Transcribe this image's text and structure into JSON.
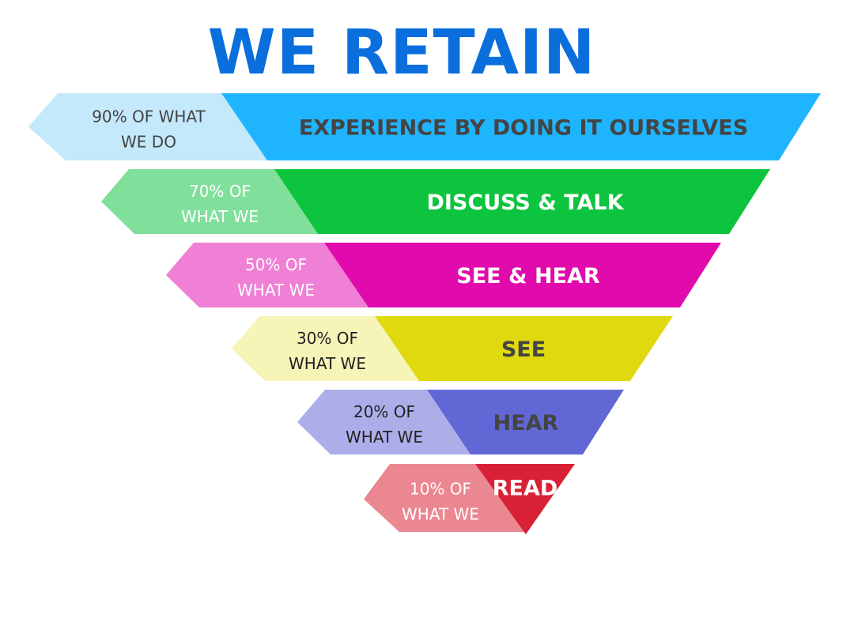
{
  "title": "WE RETAIN",
  "levels": [
    {
      "percent_line1": "90% OF WHAT",
      "percent_line2": "WE DO",
      "activity": "EXPERIENCE BY DOING IT OURSELVES",
      "light_color": "#c4e9fb",
      "dark_color": "#1fb5fe",
      "percent_text_color": "#444444",
      "activity_text_color": "#444444"
    },
    {
      "percent_line1": "70% OF",
      "percent_line2": "WHAT WE",
      "activity": "DISCUSS & TALK",
      "light_color": "#80df9a",
      "dark_color": "#0cc43e",
      "percent_text_color": "#ffffff",
      "activity_text_color": "#ffffff"
    },
    {
      "percent_line1": "50% OF",
      "percent_line2": "WHAT WE",
      "activity": "SEE & HEAR",
      "light_color": "#f07fd6",
      "dark_color": "#e00aad",
      "percent_text_color": "#ffffff",
      "activity_text_color": "#ffffff"
    },
    {
      "percent_line1": "30% OF",
      "percent_line2": "WHAT WE",
      "activity": "SEE",
      "light_color": "#f7f4b8",
      "dark_color": "#e0d90f",
      "percent_text_color": "#222222",
      "activity_text_color": "#444444"
    },
    {
      "percent_line1": "20% OF",
      "percent_line2": "WHAT WE",
      "activity": "HEAR",
      "light_color": "#adaee9",
      "dark_color": "#6267d6",
      "percent_text_color": "#222222",
      "activity_text_color": "#444444"
    },
    {
      "percent_line1": "10% OF",
      "percent_line2": "WHAT WE",
      "activity": "READ",
      "light_color": "#ea8790",
      "dark_color": "#d92136",
      "percent_text_color": "#ffffff",
      "activity_text_color": "#ffffff"
    }
  ]
}
